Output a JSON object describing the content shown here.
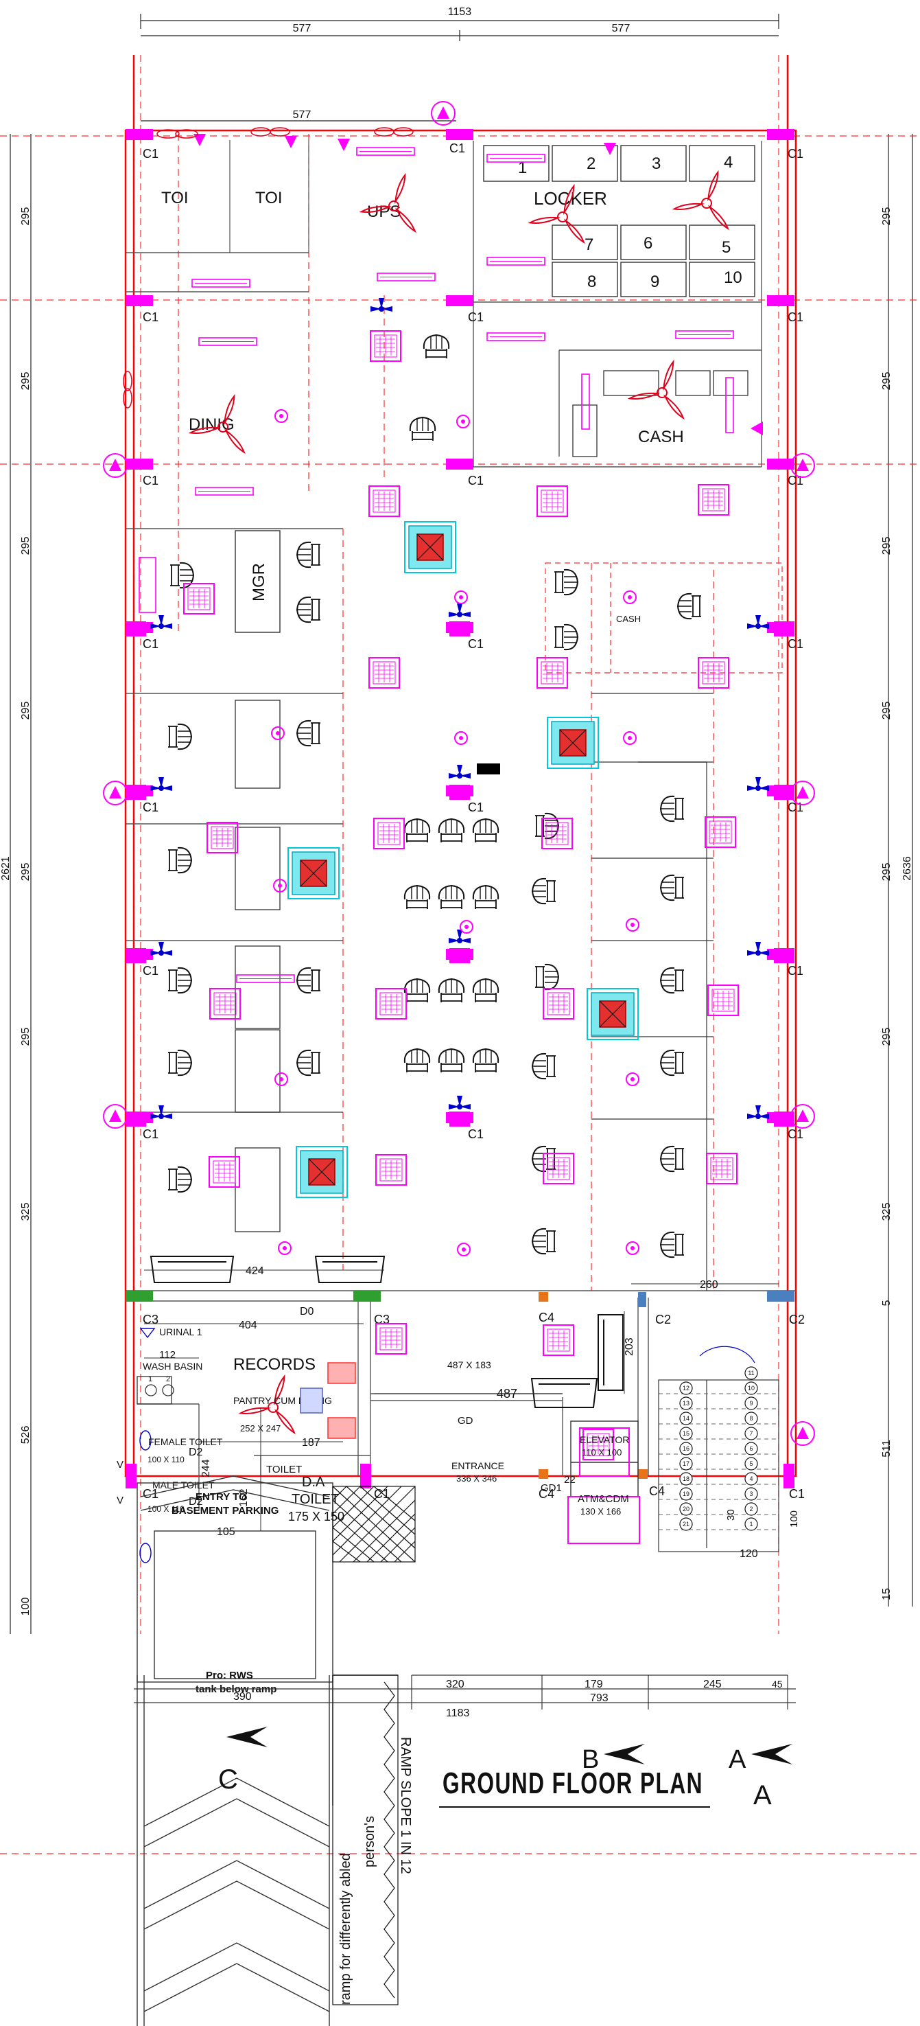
{
  "colors": {
    "wall": "#ff0000",
    "grid": "#ff2a2a",
    "column": "#ff00ff",
    "furniture": "#ff00ff",
    "fan": "#e0001b",
    "ac": "#00c8d8",
    "blue": "#0000cc",
    "dimension": "#222222"
  },
  "dimensions": {
    "overall_top": "1153",
    "half_left": "577",
    "half_right": "577",
    "inner_top": "577",
    "left_total": "2621",
    "right_total": "2636",
    "bays_left": [
      "295",
      "295",
      "295",
      "295",
      "295",
      "295",
      "325",
      "526",
      "100"
    ],
    "bays_right": [
      "295",
      "295",
      "295",
      "295",
      "295",
      "295",
      "325",
      "5",
      "511",
      "15"
    ],
    "bottom_total": "1183",
    "bottom_sub": "793",
    "bottom_parts": [
      "320",
      "179",
      "245",
      "45"
    ],
    "misc": {
      "d424": "424",
      "d404": "404",
      "d260": "260",
      "d203": "203",
      "d487": "487",
      "d112": "112",
      "d187": "187",
      "d244": "244",
      "d162": "162",
      "d105": "105",
      "d22": "22",
      "d30": "30",
      "d120": "120",
      "d100": "100",
      "d390": "390"
    }
  },
  "columns": {
    "c1": "C1",
    "c2": "C2",
    "c3": "C3",
    "c4": "C4"
  },
  "rooms": {
    "toi1": "TOI",
    "toi2": "TOI",
    "ups": "UPS",
    "locker": "LOCKER",
    "locker_numbers": [
      "1",
      "2",
      "3",
      "4",
      "5",
      "6",
      "7",
      "8",
      "9",
      "10"
    ],
    "dining": "DINIG",
    "cash": "CASH",
    "cash_small": "CASH",
    "mgr": "MGR",
    "records": "RECORDS",
    "urinal": "URINAL 1",
    "wash_basin": "WASH BASIN",
    "wash_1": "1",
    "wash_2": "2",
    "pantry": "PANTRY CUM DINING",
    "pantry_size": "252 X 247",
    "female_toilet": "FEMALE TOILET",
    "female_size": "100 X 110",
    "male_toilet": "MALE TOILET",
    "male_size": "100 X 110",
    "toilet": "TOILET",
    "da": "D.A",
    "da_toilet": "TOILET",
    "da_size": "175 X 150",
    "d0": "D0",
    "d2a": "D2",
    "d2b": "D2",
    "v1": "V",
    "v2": "V",
    "gd": "GD",
    "gd1": "GD1",
    "size_487": "487 X 183",
    "entrance": "ENTRANCE",
    "entrance_size": "336 X 346",
    "elevator": "ELEVATOR",
    "elevator_size": "110 X 100",
    "atm": "ATM&CDM",
    "atm_size": "130 X 166",
    "stair_numbers": [
      "1",
      "2",
      "3",
      "4",
      "5",
      "6",
      "7",
      "8",
      "9",
      "10",
      "11",
      "12",
      "13",
      "14",
      "15",
      "16",
      "17",
      "18",
      "19",
      "20",
      "21"
    ],
    "entry_parking_1": "ENTRY TO",
    "entry_parking_2": "BASEMENT PARKING",
    "rws_1": "Pro: RWS",
    "rws_2": "tank below ramp",
    "ramp_disabled_1": "ramp for differently abled",
    "ramp_disabled_2": "person's",
    "ramp_slope": "RAMP SLOPE 1 IN 12"
  },
  "sections": {
    "a": "A",
    "a2": "A",
    "b": "B",
    "c": "C"
  },
  "title": "GROUND FLOOR PLAN"
}
